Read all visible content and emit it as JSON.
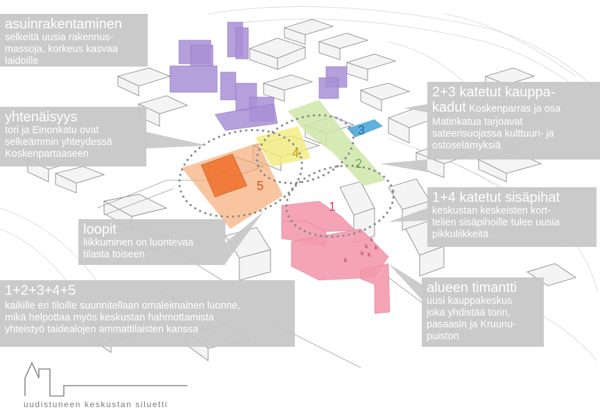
{
  "boxes": {
    "asuin": {
      "title": "asuinrakentaminen",
      "body": "selkeitä uusia rakennus-\nmassoja, korkeus kasvaa\nlaidoille"
    },
    "yhten": {
      "title": "yhtenäisyys",
      "body": "tori ja Einonkatu ovat\nselkeämmin yhteydessä\nKoskenpartaaseen"
    },
    "loopit": {
      "title": "loopit",
      "body": "liikkuminen on luontevaa\ntilasta toiseen"
    },
    "all": {
      "title": "1+2+3+4+5",
      "body": "kaikille eri tiloille suunnitellaan omaleimainen luonne,\nmikä helpottaa myös keskustan hahmottamista\nyhteistyö taidealojen ammattilaisten kanssa"
    },
    "katetut": {
      "title": "2+3 katetut kauppa-",
      "title2": "kadut",
      "inline": " Koskenparras ja osa",
      "body": "Matinkatua tarjoavat\nsateensuojassa kulttuuri- ja\nostoselämyksiä"
    },
    "sisapihat": {
      "title": "1+4 katetut sisäpihat",
      "body": "keskustan keskeisten kort-\ntelien sisäpihoille tulee uusia\npikkuliikkeitä"
    },
    "timantti": {
      "title": "alueen timantti",
      "body": "uusi kauppakeskus\njoka yhdistää torin,\npasaasin ja Kruunu-\npuiston"
    }
  },
  "numbers": {
    "n1": "1",
    "n2": "2",
    "n3": "3",
    "n4": "4",
    "n5": "5"
  },
  "kiosk_letter": "k",
  "silhouette_caption": "uudistuneen keskustan siluetti",
  "colors": {
    "residential": "#a98fd6",
    "zone1": "#f39aac",
    "zone2": "#cfe6a8",
    "zone3": "#4ea7d8",
    "zone4": "#f2ec7a",
    "zone5": "#f6a66f",
    "zone5_building": "#ee6f2a",
    "label_box": "#c6c6c6"
  }
}
